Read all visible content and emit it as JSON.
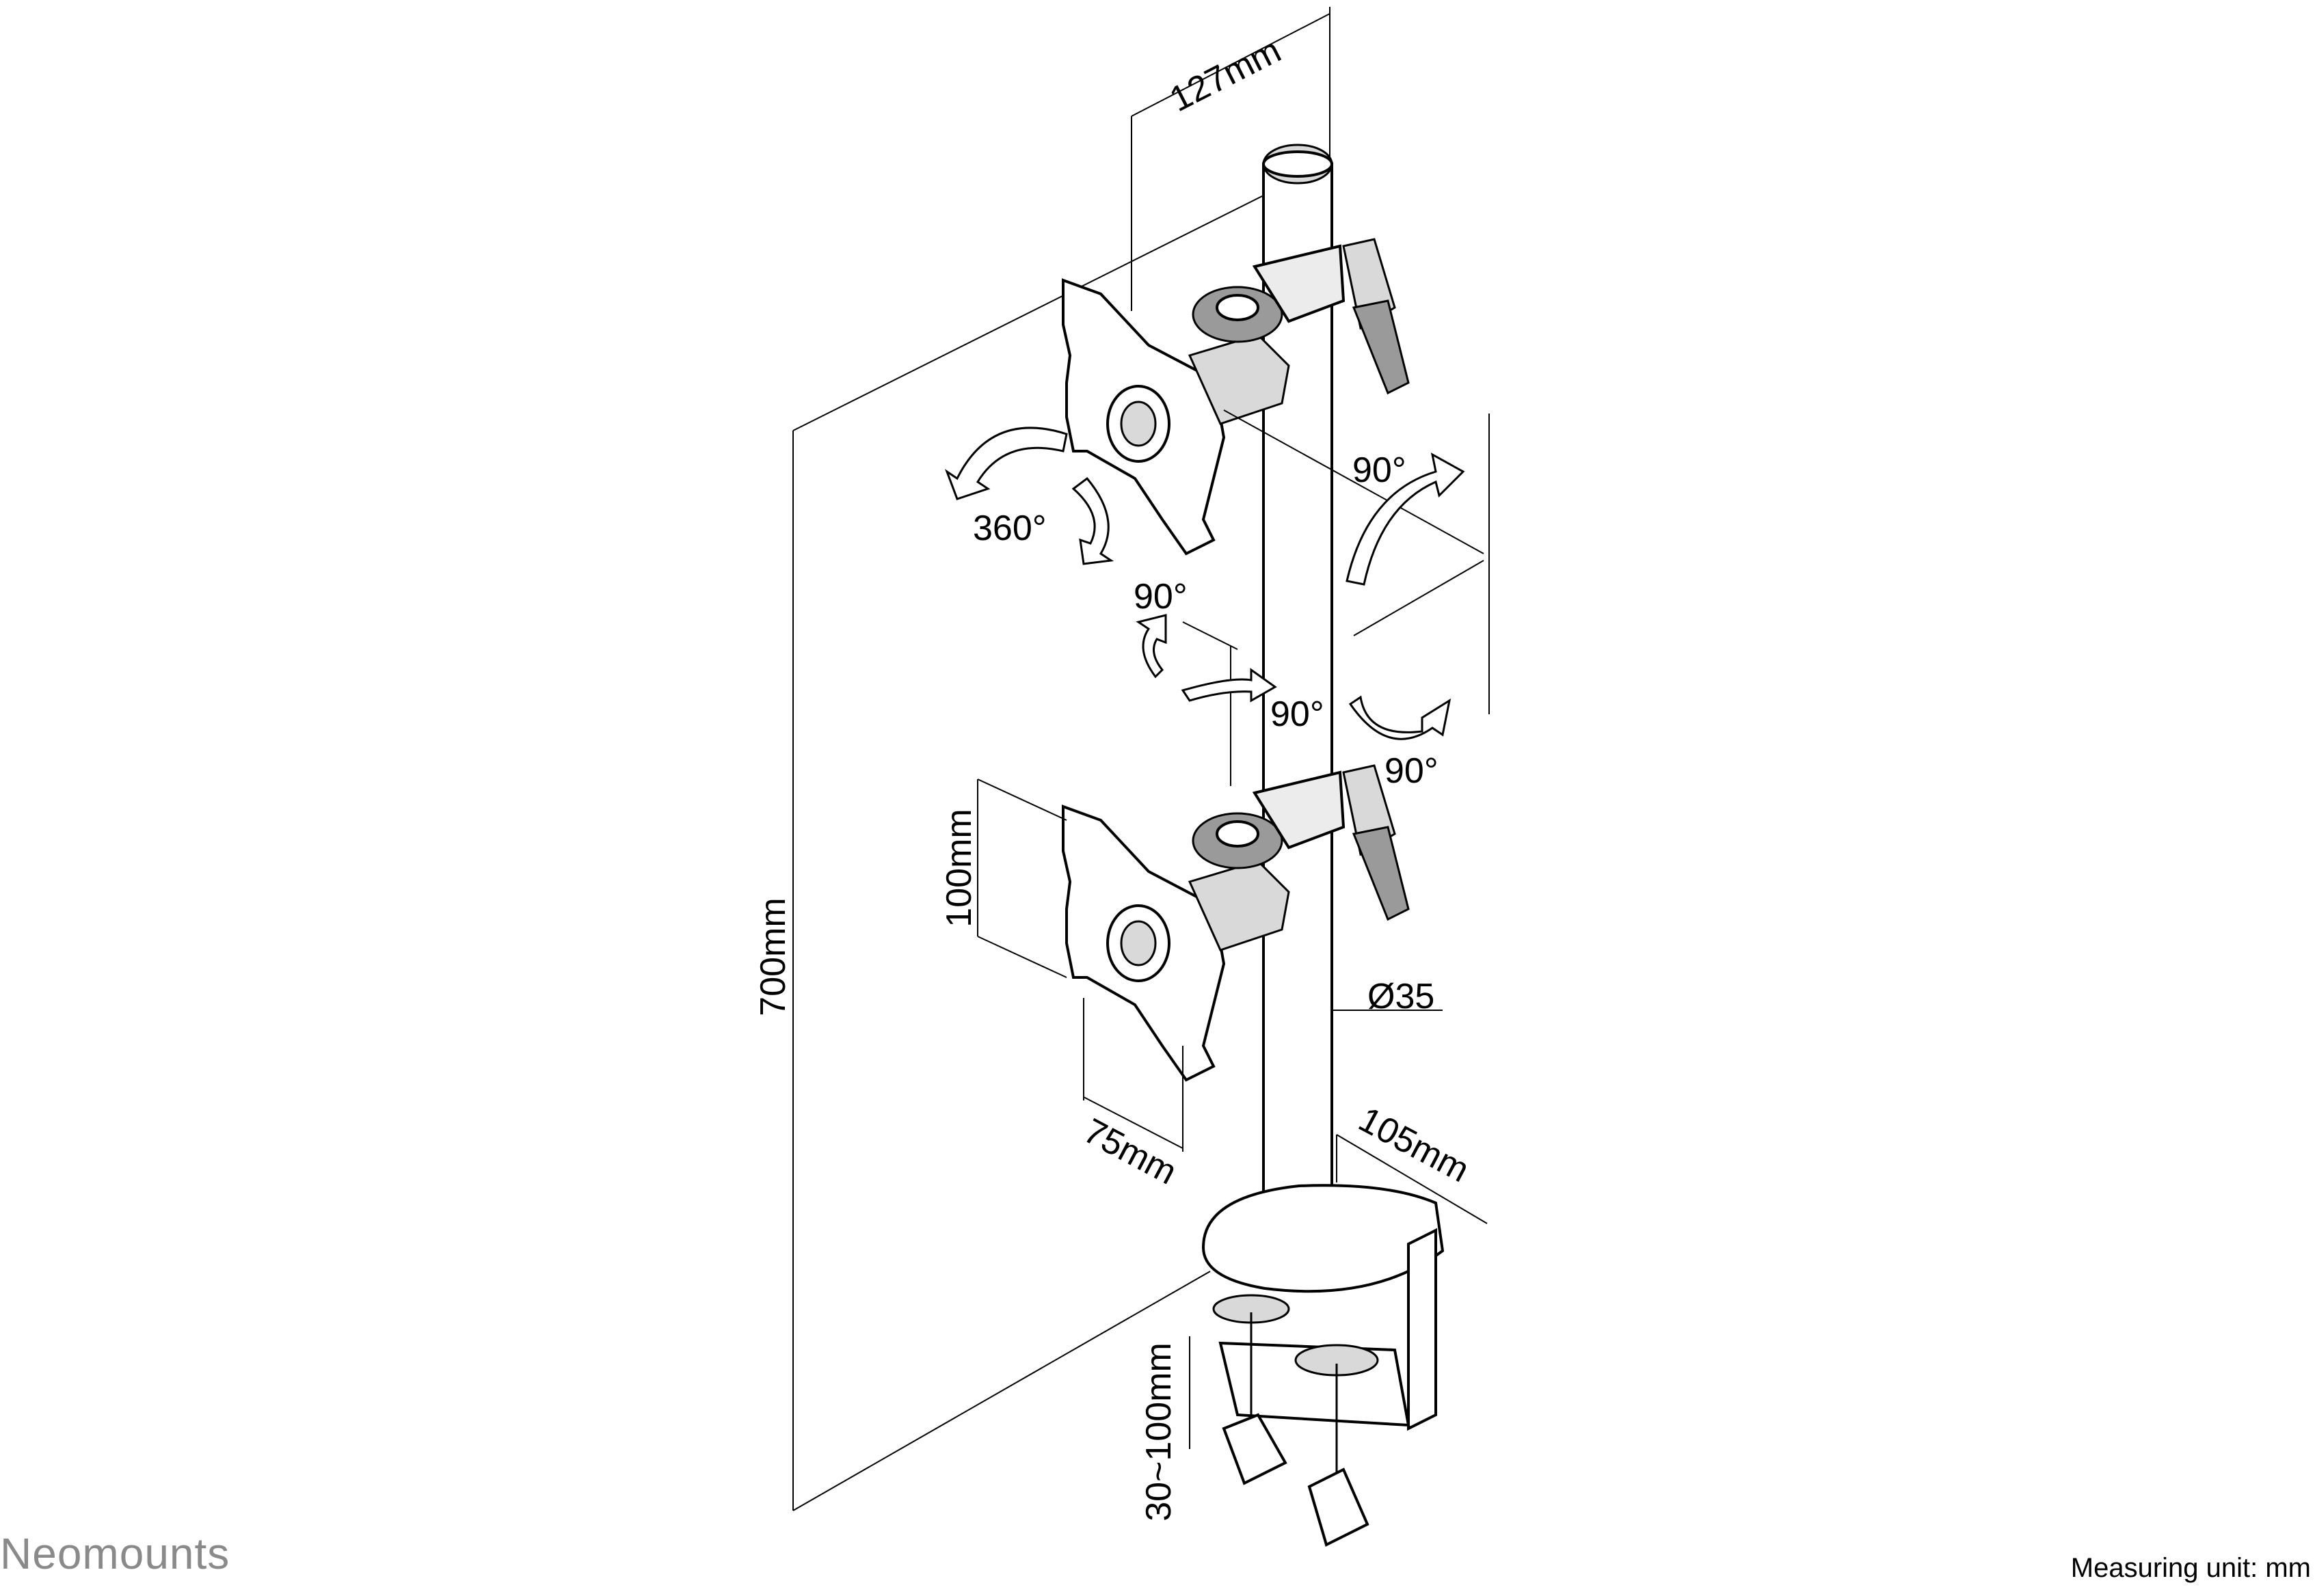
{
  "brand": {
    "name": "Neomounts",
    "logo_color": "#8a8a8a"
  },
  "footer": {
    "measuring_unit": "Measuring unit: mm"
  },
  "dimensions": {
    "width_arm": "127mm",
    "height_total": "700mm",
    "vesa_vertical": "100mm",
    "vesa_horizontal": "75mm",
    "pole_diameter": "Ø35",
    "base_depth": "105mm",
    "clamp_range": "30~100mm"
  },
  "rotations": {
    "rotate": "360°",
    "tilt_upper": "90°",
    "tilt_left": "90°",
    "tilt_mid": "90°",
    "swivel_lower": "90°"
  }
}
